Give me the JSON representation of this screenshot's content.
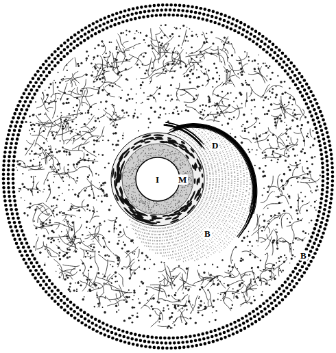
{
  "diagram": {
    "labels": [
      "I",
      "M",
      "D",
      "B",
      "B"
    ]
  }
}
